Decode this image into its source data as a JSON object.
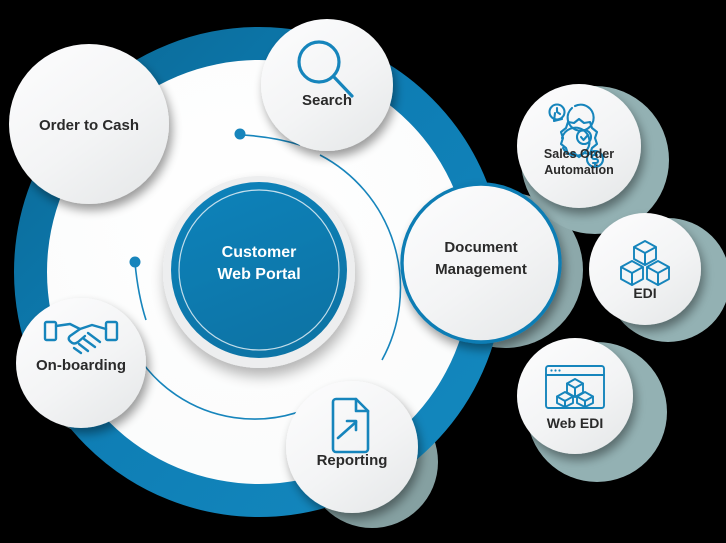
{
  "diagram": {
    "type": "hub-and-spoke",
    "title_visible": false,
    "colors": {
      "brand_blue": "#0E7DB4",
      "ring_blue_dark": "#0B6E9E",
      "teal_shadow": "#93B1B3",
      "node_fill": "#F4F5F6",
      "label_text": "#2B2B2B",
      "center_text": "#FFFFFF",
      "background": "#000000"
    },
    "center": {
      "label_line1": "Customer",
      "label_line2": "Web Portal",
      "icon": "none"
    },
    "primary_nodes": [
      {
        "id": "order-to-cash",
        "label": "Order to Cash",
        "icon": "none"
      },
      {
        "id": "search",
        "label": "Search",
        "icon": "magnifier-icon"
      },
      {
        "id": "on-boarding",
        "label": "On-boarding",
        "icon": "handshake-icon"
      },
      {
        "id": "reporting",
        "label": "Reporting",
        "icon": "document-chart-icon"
      },
      {
        "id": "document-management",
        "label_line1": "Document",
        "label_line2": "Management",
        "icon": "none"
      }
    ],
    "secondary_nodes": [
      {
        "id": "sales-order-automation",
        "label_line1": "Sales Order",
        "label_line2": "Automation",
        "icon": "gear-cycle-icon"
      },
      {
        "id": "edi",
        "label": "EDI",
        "icon": "cubes-icon"
      },
      {
        "id": "web-edi",
        "label": "Web EDI",
        "icon": "browser-cubes-icon"
      }
    ],
    "connectors": [
      {
        "id": "connector-search",
        "from": "center",
        "to": "search",
        "style": "dot-line"
      },
      {
        "id": "connector-on-boarding",
        "from": "center",
        "to": "on-boarding",
        "style": "dot-line"
      },
      {
        "id": "connector-reporting",
        "from": "center",
        "to": "reporting",
        "style": "arc"
      }
    ]
  }
}
